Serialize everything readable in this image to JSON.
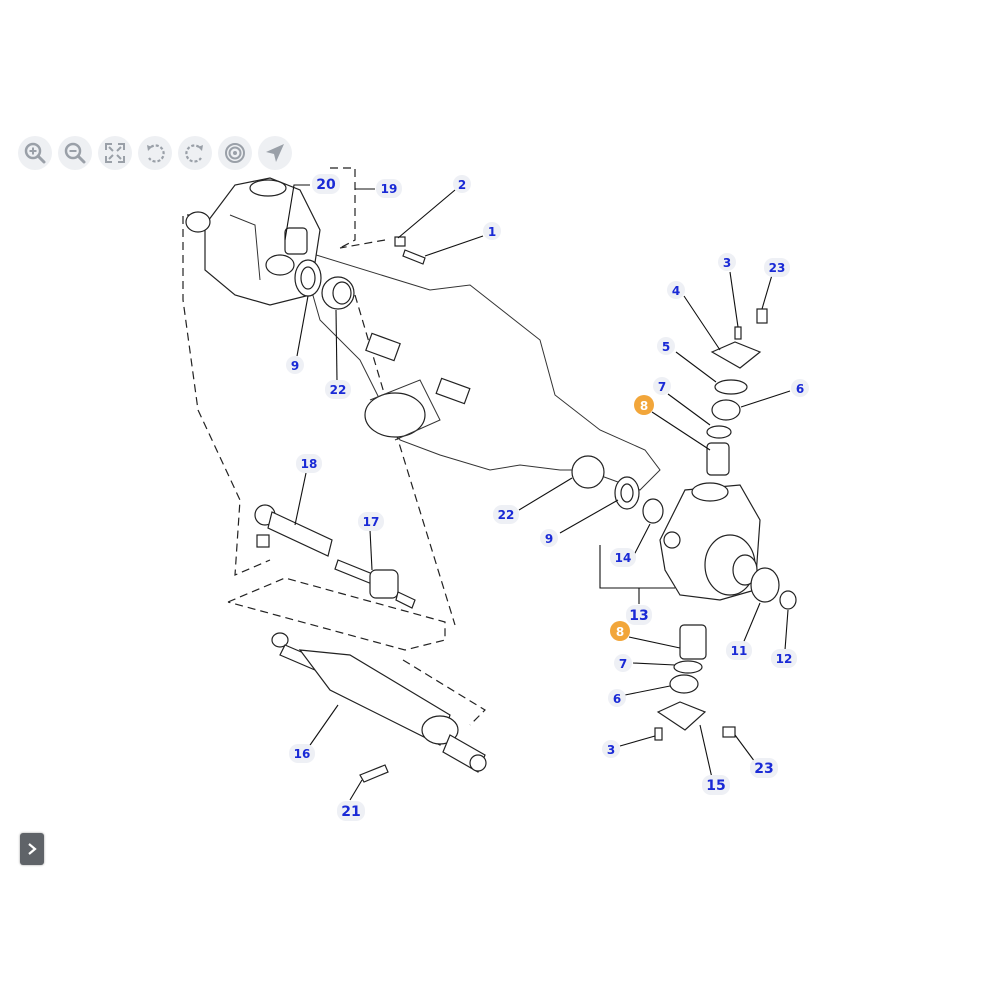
{
  "toolbar": {
    "tools": [
      {
        "name": "zoom-in-button",
        "icon": "zoom-in-icon"
      },
      {
        "name": "zoom-out-button",
        "icon": "zoom-out-icon"
      },
      {
        "name": "fit-screen-button",
        "icon": "fit-screen-icon"
      },
      {
        "name": "rotate-left-button",
        "icon": "rotate-left-icon"
      },
      {
        "name": "rotate-right-button",
        "icon": "rotate-right-icon"
      },
      {
        "name": "target-button",
        "icon": "target-icon"
      },
      {
        "name": "navigate-button",
        "icon": "navigate-icon"
      }
    ],
    "icon_color": "#9aa0a8"
  },
  "expand_button": {
    "icon": "chevron-right-icon"
  },
  "colors": {
    "label_text": "#1a2ad6",
    "label_bg": "#eef0f5",
    "highlight": "#f2a63a"
  },
  "callouts": [
    {
      "id": "c20",
      "text": "20",
      "highlight": false
    },
    {
      "id": "c19",
      "text": "19",
      "highlight": false
    },
    {
      "id": "c2a",
      "text": "2",
      "highlight": false
    },
    {
      "id": "c1",
      "text": "1",
      "highlight": false
    },
    {
      "id": "c3a",
      "text": "3",
      "highlight": false
    },
    {
      "id": "c23a",
      "text": "23",
      "highlight": false
    },
    {
      "id": "c4",
      "text": "4",
      "highlight": false
    },
    {
      "id": "c5",
      "text": "5",
      "highlight": false
    },
    {
      "id": "c7a",
      "text": "7",
      "highlight": false
    },
    {
      "id": "c6a",
      "text": "6",
      "highlight": false
    },
    {
      "id": "c8a",
      "text": "8",
      "highlight": true
    },
    {
      "id": "c9a",
      "text": "9",
      "highlight": false
    },
    {
      "id": "c22a",
      "text": "22",
      "highlight": false
    },
    {
      "id": "c18",
      "text": "18",
      "highlight": false
    },
    {
      "id": "c17",
      "text": "17",
      "highlight": false
    },
    {
      "id": "c22b",
      "text": "22",
      "highlight": false
    },
    {
      "id": "c9b",
      "text": "9",
      "highlight": false
    },
    {
      "id": "c14",
      "text": "14",
      "highlight": false
    },
    {
      "id": "c13",
      "text": "13",
      "highlight": false
    },
    {
      "id": "c8b",
      "text": "8",
      "highlight": true
    },
    {
      "id": "c11",
      "text": "11",
      "highlight": false
    },
    {
      "id": "c12",
      "text": "12",
      "highlight": false
    },
    {
      "id": "c7b",
      "text": "7",
      "highlight": false
    },
    {
      "id": "c6b",
      "text": "6",
      "highlight": false
    },
    {
      "id": "c3b",
      "text": "3",
      "highlight": false
    },
    {
      "id": "c23b",
      "text": "23",
      "highlight": false
    },
    {
      "id": "c15",
      "text": "15",
      "highlight": false
    },
    {
      "id": "c16",
      "text": "16",
      "highlight": false
    },
    {
      "id": "c21",
      "text": "21",
      "highlight": false
    }
  ]
}
